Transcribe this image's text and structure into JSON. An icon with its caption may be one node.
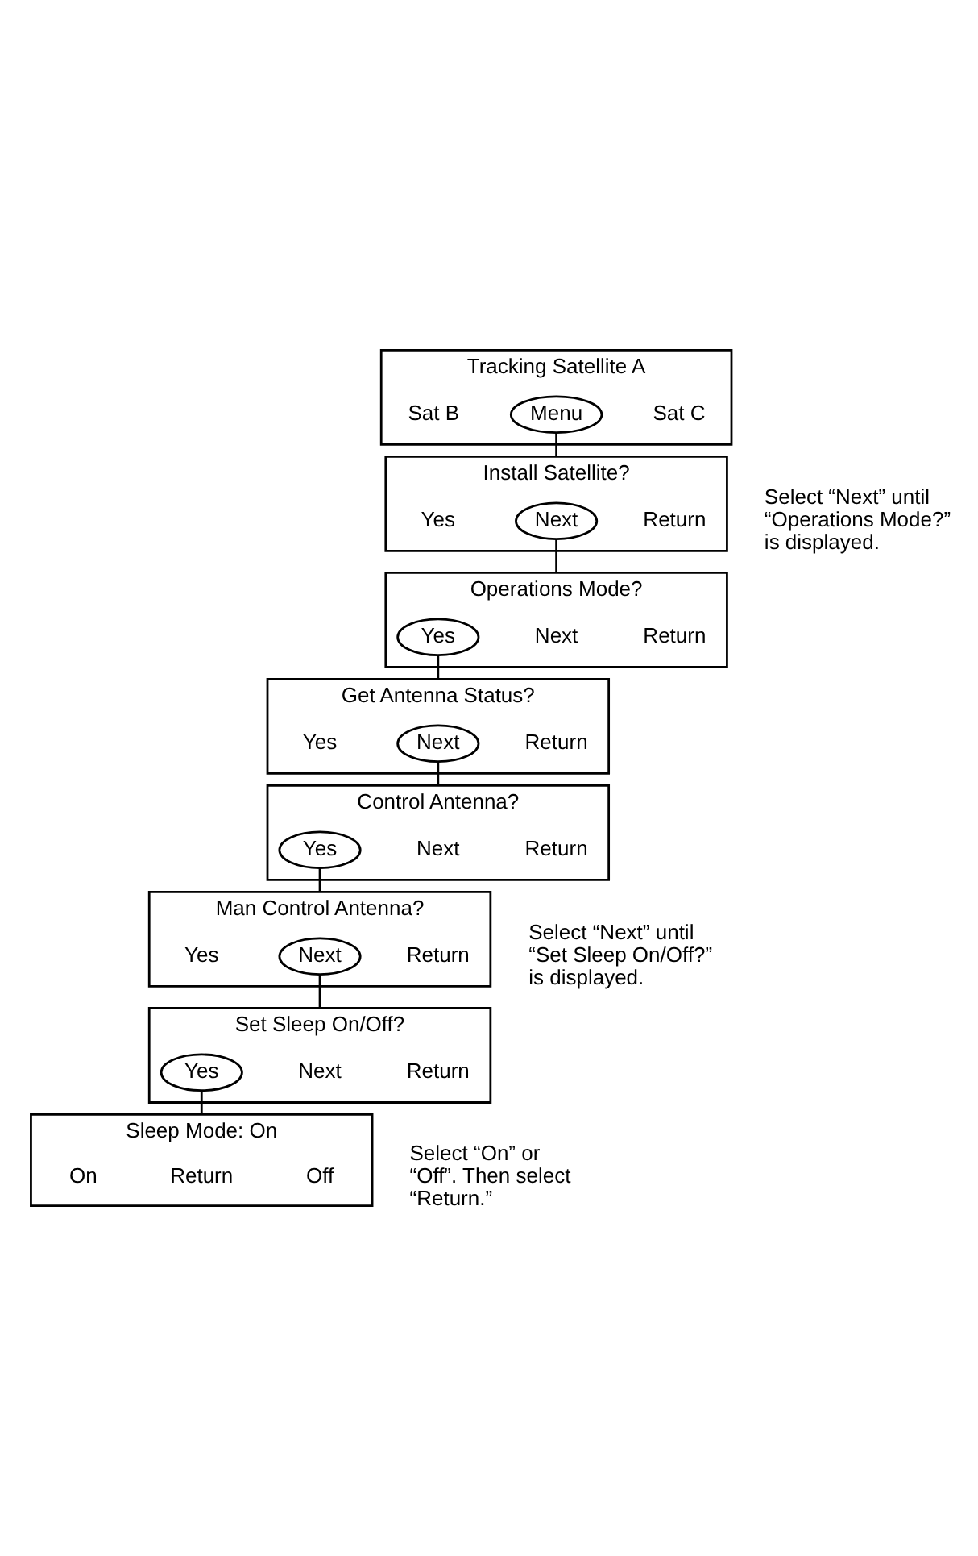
{
  "diagram": {
    "nodes": [
      {
        "text": [
          "Tracking Satellite A"
        ]
      },
      {
        "text": [
          "Sat B"
        ],
        "in": 0
      },
      {
        "text": [
          "Menu"
        ],
        "in": 0
      },
      {
        "text": [
          "Sat C"
        ],
        "in": 0
      },
      {
        "text": [
          "Install Satellite?"
        ],
        "beside": [
          "Select “Next” until “Operations Mode?” is displayed."
        ]
      },
      {
        "text": [
          "Yes"
        ],
        "in": 4
      },
      {
        "text": [
          "Next"
        ],
        "in": 4
      },
      {
        "text": [
          "Return"
        ],
        "in": 4
      },
      {
        "text": [
          "Operations Mode?"
        ]
      },
      {
        "text": [
          "Yes"
        ],
        "in": 8
      },
      {
        "text": [
          "Next"
        ],
        "in": 8
      },
      {
        "text": [
          "Return"
        ],
        "in": 8
      },
      {
        "text": [
          "Get Antenna Status?"
        ]
      },
      {
        "text": [
          "Yes"
        ],
        "in": 12
      },
      {
        "text": [
          "Next"
        ],
        "in": 12
      },
      {
        "text": [
          "Return"
        ],
        "in": 12
      },
      {
        "text": [
          "Control Antenna?"
        ]
      },
      {
        "text": [
          "Yes"
        ],
        "in": 16
      },
      {
        "text": [
          "Next"
        ],
        "in": 16
      },
      {
        "text": [
          "Return"
        ],
        "in": 16
      },
      {
        "text": [
          "Man Control Antenna?"
        ],
        "beside": [
          "Select “Next” until “Set Sleep On/Off?” is displayed."
        ]
      },
      {
        "text": [
          "Yes"
        ],
        "in": 20
      },
      {
        "text": [
          "Next"
        ],
        "in": 20
      },
      {
        "text": [
          "Return"
        ],
        "in": 20
      },
      {
        "text": [
          "Set Sleep On/Off?"
        ]
      },
      {
        "text": [
          "Yes"
        ],
        "in": 24
      },
      {
        "text": [
          "Next"
        ],
        "in": 24
      },
      {
        "text": [
          "Return"
        ],
        "in": 24
      },
      {
        "text": [
          "Sleep Mode: On"
        ],
        "beside": [
          "Select “On” or “Off”. Then select “Return.”"
        ]
      },
      {
        "text": [
          "On"
        ],
        "in": 28
      },
      {
        "text": [
          "Return"
        ],
        "in": 28
      },
      {
        "text": [
          "Off"
        ],
        "in": 28
      }
    ],
    "edges": [
      {
        "from": 2,
        "to": 4,
        "arrow": "none"
      },
      {
        "from": 6,
        "to": 8,
        "arrow": "none"
      },
      {
        "from": 9,
        "to": 12,
        "arrow": "none"
      },
      {
        "from": 14,
        "to": 16,
        "arrow": "none"
      },
      {
        "from": 17,
        "to": 20,
        "arrow": "none"
      },
      {
        "from": 22,
        "to": 24,
        "arrow": "none"
      },
      {
        "from": 25,
        "to": 28,
        "arrow": "none"
      }
    ]
  }
}
